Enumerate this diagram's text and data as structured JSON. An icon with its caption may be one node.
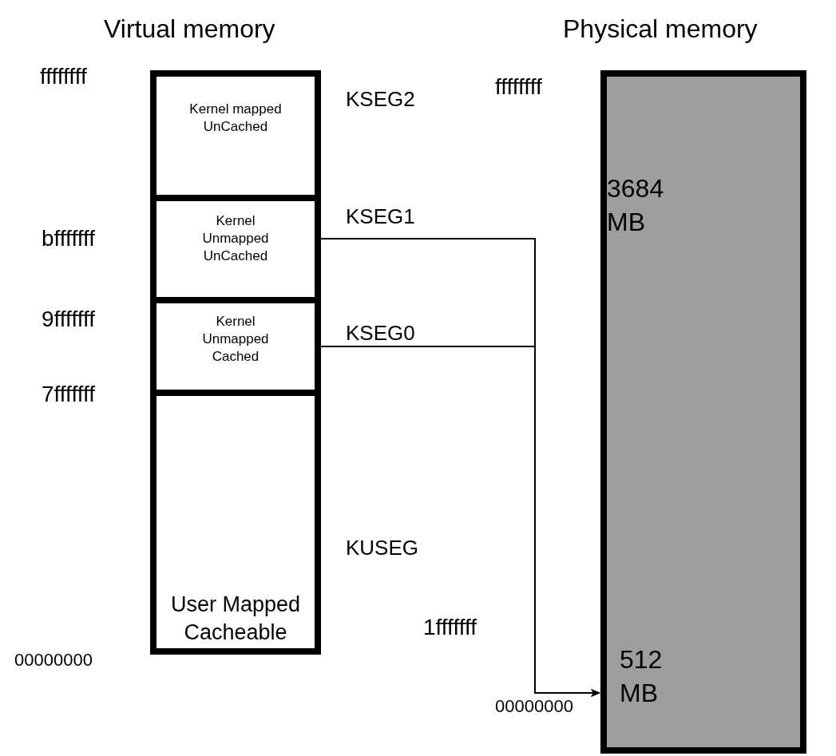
{
  "diagram": {
    "nodes": [
      {
        "text": [
          "Kernel mapped UnCached"
        ],
        "beside": [
          "KSEG2"
        ]
      },
      {
        "text": [
          "Kernel Unmapped UnCached"
        ],
        "beside": [
          "KSEG1"
        ]
      },
      {
        "text": [
          "Kernel Unmapped Cached"
        ],
        "beside": [
          "KSEG0"
        ]
      },
      {
        "text": [
          "User Mapped Cacheable"
        ],
        "beside": [
          "KUSEG"
        ]
      },
      {
        "text": [
          "3684 MB"
        ]
      },
      {
        "text": [
          "512 MB"
        ]
      }
    ],
    "edges": [
      {
        "from": 1,
        "to": 5,
        "arrow": "to"
      },
      {
        "from": 2,
        "to": 5,
        "arrow": "to"
      }
    ],
    "labels": [
      "Virtual memory",
      "Physical memory",
      "ffffffff",
      "ffffffff",
      "bfffffff",
      "9fffffff",
      "7fffffff",
      "1fffffff",
      "00000000",
      "00000000"
    ]
  }
}
